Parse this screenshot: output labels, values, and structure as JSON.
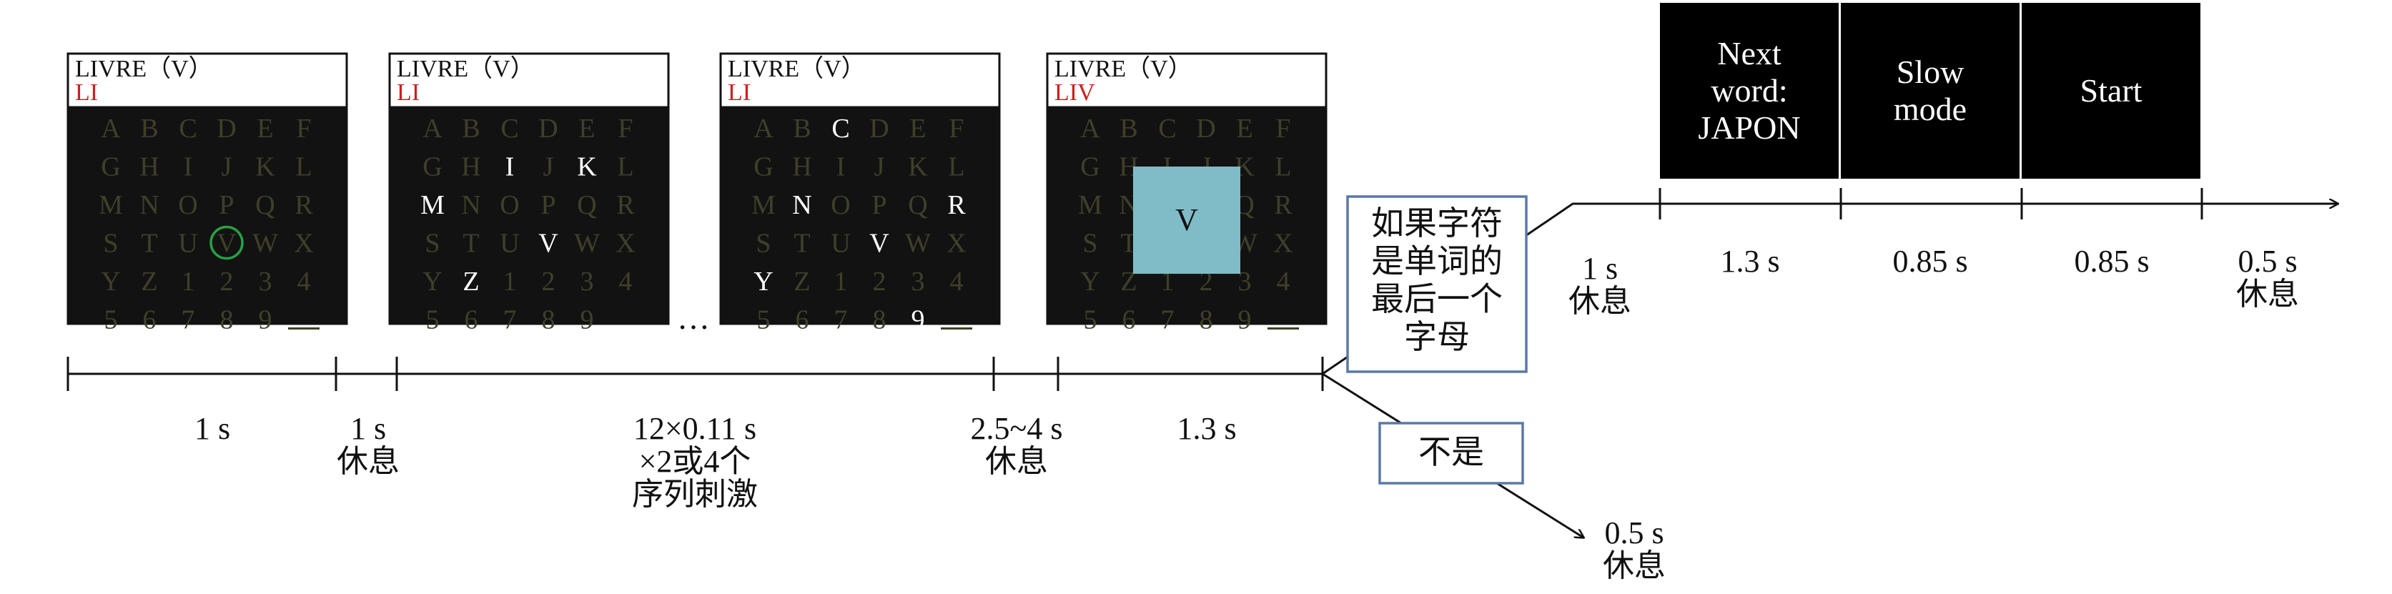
{
  "panels": [
    {
      "word": "LIVRE（V）",
      "spelled": "LI",
      "lit": [],
      "circled": "V",
      "overlay": ""
    },
    {
      "word": "LIVRE（V）",
      "spelled": "LI",
      "lit": [
        "I",
        "K",
        "M",
        "V",
        "Z",
        "_"
      ],
      "circled": "",
      "overlay": ""
    },
    {
      "word": "LIVRE（V）",
      "spelled": "LI",
      "lit": [
        "C",
        "N",
        "R",
        "V",
        "Y",
        "9"
      ],
      "circled": "",
      "overlay": ""
    },
    {
      "word": "LIVRE（V）",
      "spelled": "LIV",
      "lit": [],
      "circled": "",
      "overlay": "V"
    }
  ],
  "matrix": [
    "A",
    "B",
    "C",
    "D",
    "E",
    "F",
    "G",
    "H",
    "I",
    "J",
    "K",
    "L",
    "M",
    "N",
    "O",
    "P",
    "Q",
    "R",
    "S",
    "T",
    "U",
    "V",
    "W",
    "X",
    "Y",
    "Z",
    "1",
    "2",
    "3",
    "4",
    "5",
    "6",
    "7",
    "8",
    "9",
    "_"
  ],
  "ellipsis": "…",
  "timeline1": [
    {
      "lines": [
        "1 s"
      ]
    },
    {
      "lines": [
        "1 s",
        "休息"
      ]
    },
    {
      "lines": [
        "12×0.11 s",
        "×2或4个",
        "序列刺激"
      ]
    },
    {
      "lines": [
        "2.5~4 s",
        "休息"
      ]
    },
    {
      "lines": [
        "1.3 s"
      ]
    }
  ],
  "decision_yes": [
    "如果字符",
    "是单词的",
    "最后一个",
    "字母"
  ],
  "decision_no": "不是",
  "branch_no_label": [
    "0.5 s",
    "休息"
  ],
  "branch_yes_label": [
    "1 s",
    "休息"
  ],
  "screens": [
    {
      "lines": [
        "Next",
        "word:",
        "JAPON"
      ]
    },
    {
      "lines": [
        "Slow",
        "mode"
      ]
    },
    {
      "lines": [
        "Start"
      ]
    }
  ],
  "timeline2": [
    {
      "lines": [
        "1.3 s"
      ]
    },
    {
      "lines": [
        "0.85 s"
      ]
    },
    {
      "lines": [
        "0.85 s"
      ]
    },
    {
      "lines": [
        "0.5 s",
        "休息"
      ]
    }
  ],
  "colors": {
    "panel_bg": "#121212",
    "dim_letter": "#3f3f2a",
    "lit_letter": "#ffffff",
    "spelled": "#cc1f1f",
    "circle": "#27a045",
    "overlay": "#7fbcc8",
    "box_border": "#5a78a8",
    "screen_bg": "#000000"
  }
}
